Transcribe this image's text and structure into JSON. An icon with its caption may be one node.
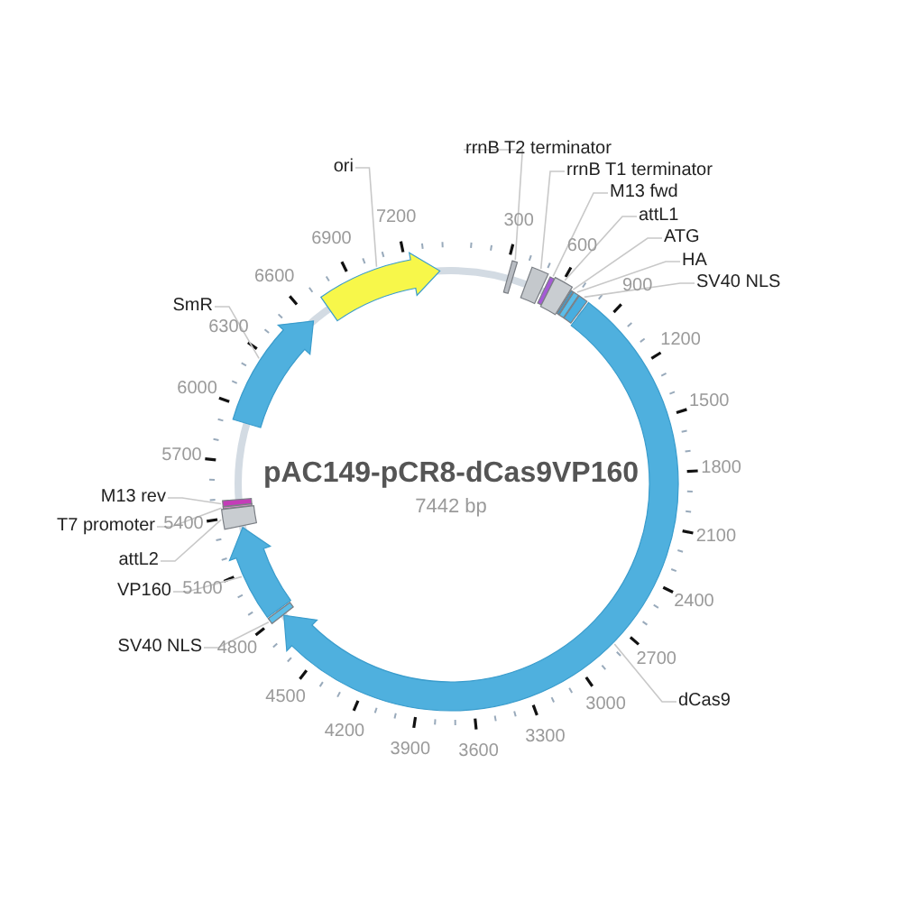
{
  "diagram": {
    "title": "pAC149-pCR8-dCas9VP160",
    "nodes": [
      {
        "text": [
          "ori"
        ]
      },
      {
        "text": [
          "rrnB T2 terminator"
        ]
      },
      {
        "text": [
          "rrnB T1 terminator"
        ]
      },
      {
        "text": [
          "M13 fwd"
        ]
      },
      {
        "text": [
          "attL1"
        ]
      },
      {
        "text": [
          "ATG"
        ]
      },
      {
        "text": [
          "HA"
        ]
      },
      {
        "text": [
          "SV40 NLS"
        ]
      },
      {
        "text": [
          "SmR"
        ]
      },
      {
        "text": [
          "M13 rev"
        ]
      },
      {
        "text": [
          "T7 promoter"
        ]
      },
      {
        "text": [
          "attL2"
        ]
      },
      {
        "text": [
          "VP160"
        ]
      },
      {
        "text": [
          "SV40 NLS"
        ]
      },
      {
        "text": [
          "dCas9"
        ]
      },
      {
        "text": [],
        "shape": "arrow"
      },
      {
        "text": [],
        "shape": "box"
      },
      {
        "text": [],
        "shape": "box"
      },
      {
        "text": [],
        "shape": "box"
      },
      {
        "text": [],
        "shape": "box"
      },
      {
        "text": [],
        "shape": "box"
      },
      {
        "text": [],
        "shape": "box"
      },
      {
        "text": [],
        "shape": "box"
      },
      {
        "text": [],
        "shape": "arrow"
      },
      {
        "text": [],
        "shape": "box"
      },
      {
        "text": [],
        "shape": "box"
      },
      {
        "text": [],
        "shape": "box"
      },
      {
        "text": [],
        "shape": "arrow"
      },
      {
        "text": [],
        "shape": "box"
      },
      {
        "text": [],
        "shape": "arrow"
      }
    ],
    "edges": [
      {
        "from": 0,
        "to": 15,
        "arrow": "none"
      },
      {
        "from": 1,
        "to": 16,
        "arrow": "none"
      },
      {
        "from": 2,
        "to": 17,
        "arrow": "none"
      },
      {
        "from": 3,
        "to": 18,
        "arrow": "none"
      },
      {
        "from": 4,
        "to": 19,
        "arrow": "none"
      },
      {
        "from": 5,
        "to": 20,
        "arrow": "none"
      },
      {
        "from": 6,
        "to": 21,
        "arrow": "none"
      },
      {
        "from": 7,
        "to": 22,
        "arrow": "none"
      },
      {
        "from": 8,
        "to": 23,
        "arrow": "none"
      },
      {
        "from": 9,
        "to": 24,
        "arrow": "none"
      },
      {
        "from": 10,
        "to": 25,
        "arrow": "none"
      },
      {
        "from": 11,
        "to": 26,
        "arrow": "none"
      },
      {
        "from": 12,
        "to": 27,
        "arrow": "none"
      },
      {
        "from": 13,
        "to": 28,
        "arrow": "none"
      },
      {
        "from": 14,
        "to": 29,
        "arrow": "none"
      }
    ],
    "labels": [
      "300",
      "600",
      "900",
      "1200",
      "1500",
      "1800",
      "2100",
      "2400",
      "2700",
      "3000",
      "3300",
      "3600",
      "3900",
      "4200",
      "4500",
      "4800",
      "5100",
      "5400",
      "5700",
      "6000",
      "6300",
      "6600",
      "6900",
      "7200",
      "7442 bp"
    ]
  }
}
